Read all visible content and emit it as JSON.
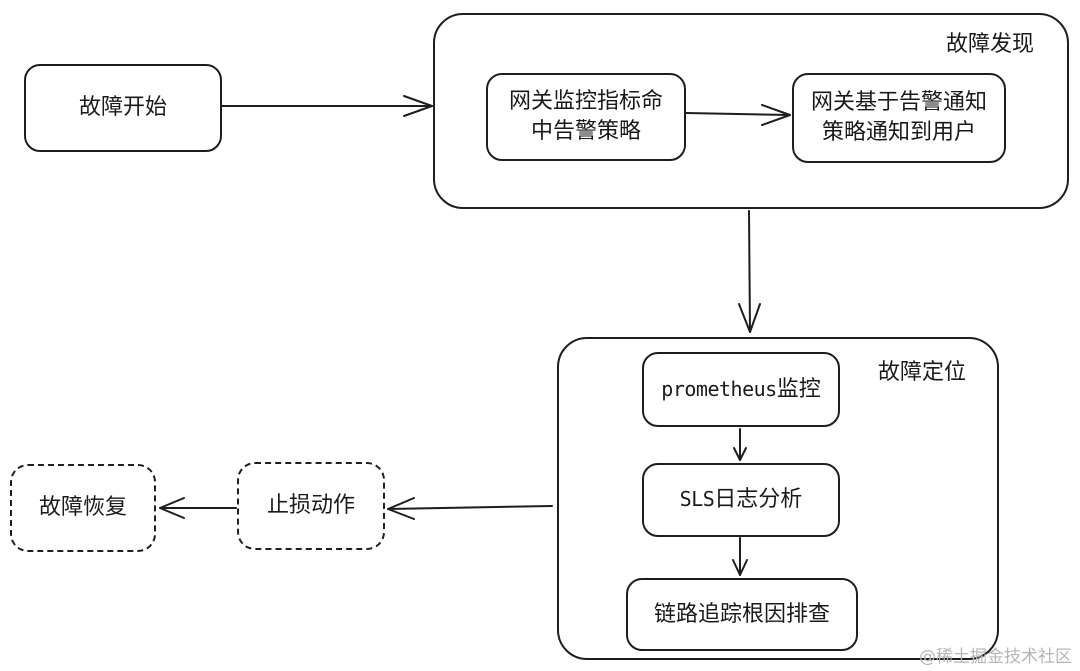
{
  "nodes": {
    "fault_start": "故障开始",
    "fault_discovery_title": "故障发现",
    "gateway_metric_hit": "网关监控指标命\n中告警策略",
    "gateway_notify_user": "网关基于告警通知\n策略通知到用户",
    "fault_locate_title": "故障定位",
    "prometheus_monitor_latin": "prometheus",
    "prometheus_monitor_cn": "监控",
    "sls_log_latin": "SLS",
    "sls_log_cn": "日志分析",
    "trace_root_cause": "链路追踪根因排查",
    "stop_loss": "止损动作",
    "fault_recovery": "故障恢复"
  },
  "edges": [
    {
      "from": "fault_start",
      "to": "fault_discovery_title"
    },
    {
      "from": "gateway_metric_hit",
      "to": "gateway_notify_user"
    },
    {
      "from": "fault_discovery_title",
      "to": "fault_locate_title"
    },
    {
      "from": "prometheus_monitor",
      "to": "sls_log"
    },
    {
      "from": "sls_log",
      "to": "trace_root_cause"
    },
    {
      "from": "fault_locate_title",
      "to": "stop_loss"
    },
    {
      "from": "stop_loss",
      "to": "fault_recovery"
    }
  ],
  "watermark": "@稀土掘金技术社区"
}
